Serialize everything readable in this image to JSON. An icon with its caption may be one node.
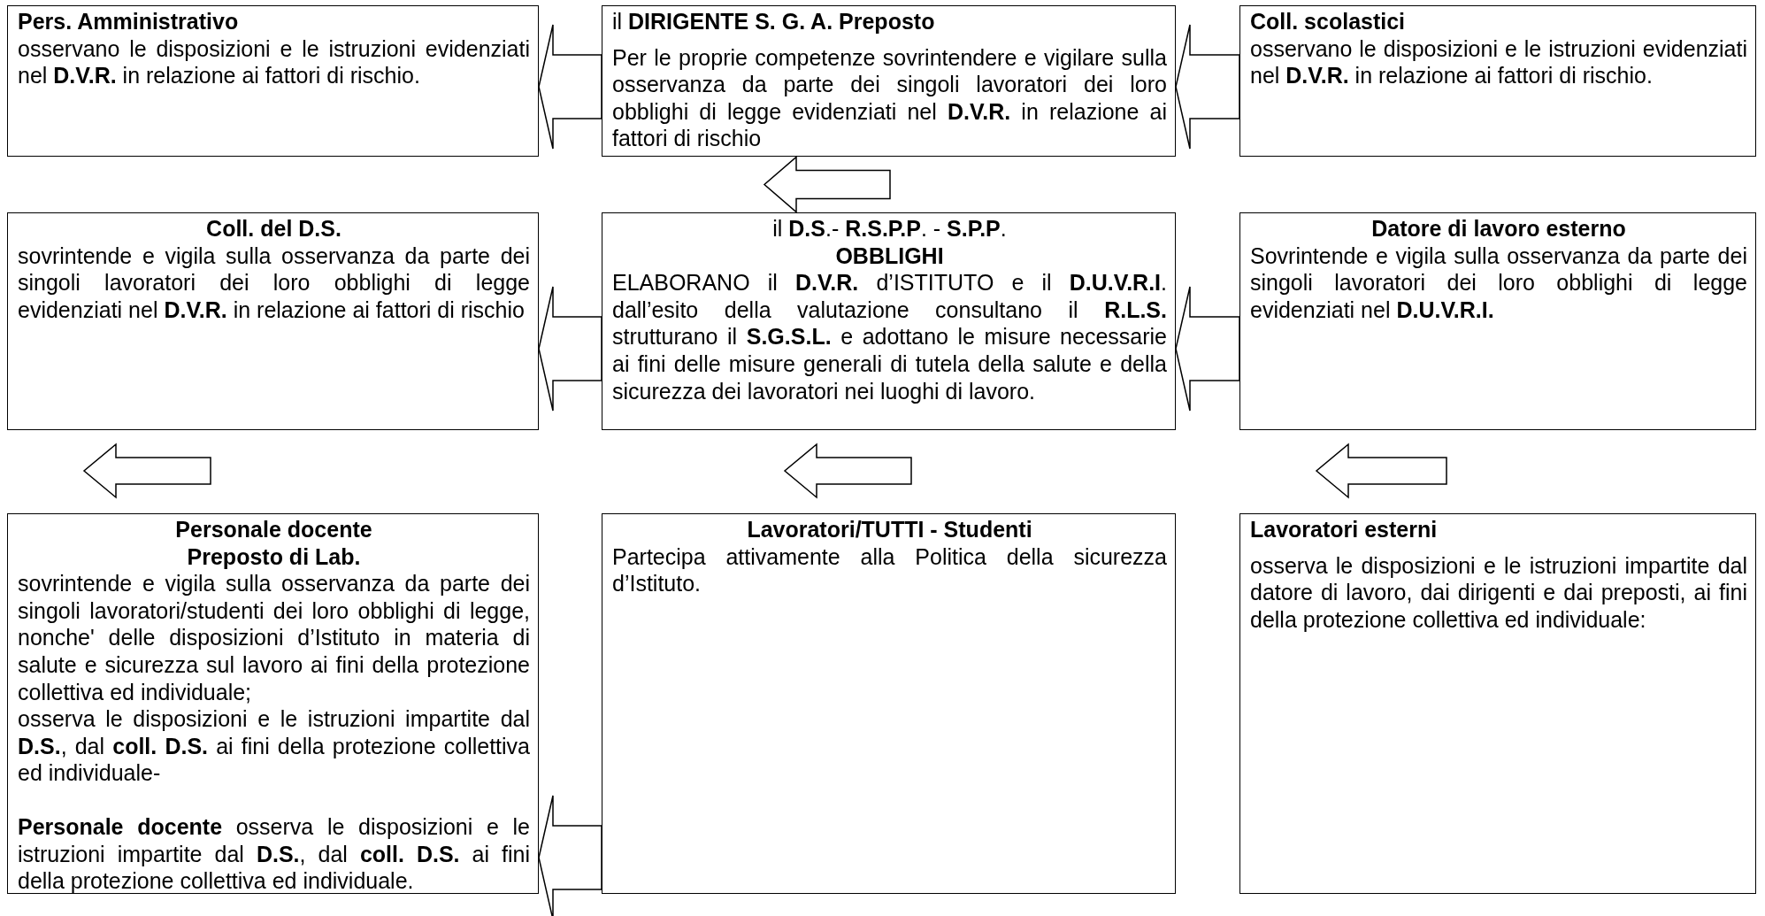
{
  "diagram": {
    "nodes": [
      {
        "text": [
          "Pers. Amministrativo",
          "osservano le disposizioni e le istruzioni evidenziati nel **D.V.R.** in relazione ai fattori di rischio."
        ]
      },
      {
        "text": [
          "il **DIRIGENTE S. G. A. Preposto**",
          "Per le proprie competenze sovrintendere e vigilare sulla osservanza da parte dei singoli lavoratori dei loro obblighi di legge evidenziati nel **D.V.R.** in relazione ai fattori di rischio"
        ]
      },
      {
        "text": [
          "Coll. scolastici",
          "osservano le disposizioni e le istruzioni evidenziati nel **D.V.R.** in relazione ai fattori di rischio."
        ]
      },
      {
        "text": [
          "Coll. del D.S.",
          "sovrintende e vigila sulla osservanza da parte dei singoli lavoratori dei loro obblighi di legge evidenziati nel **D.V.R.** in relazione ai fattori di rischio"
        ]
      },
      {
        "text": [
          "il **D.S**.- **R.S.P.P**. - **S.P.P**.",
          "OBBLIGHI",
          "ELABORANO il **D.V.R.** d’ISTITUTO e il **D.U.V.R.I**. dall’esito della valutazione consultano il **R.L.S.** strutturano il **S.G.S.L.** e adottano le misure necessarie ai fini delle misure generali di tutela della salute e della sicurezza dei lavoratori nei luoghi di lavoro."
        ]
      },
      {
        "text": [
          "Datore di lavoro esterno",
          "Sovrintende e vigila sulla osservanza da parte dei singoli lavoratori dei loro obblighi di legge evidenziati nel **D.U.V.R.I.**"
        ]
      },
      {
        "text": [
          "Personale docente",
          "Preposto di Lab.",
          "sovrintende e vigila sulla osservanza da parte dei singoli lavoratori/studenti dei loro obblighi di legge, nonche' delle disposizioni d’Istituto in materia di salute e sicurezza sul lavoro ai fini della protezione collettiva ed individuale;",
          "osserva le disposizioni e le istruzioni impartite dal **D.S.**, dal **coll. D.S.** ai fini della protezione collettiva ed individuale-",
          "**Personale docente** osserva le disposizioni e le istruzioni impartite dal **D.S.**, dal **coll. D.S.** ai fini della protezione collettiva ed individuale."
        ]
      },
      {
        "text": [
          "Lavoratori/TUTTI - Studenti",
          "Partecipa attivamente alla Politica della sicurezza d’Istituto."
        ]
      },
      {
        "text": [
          "Lavoratori esterni",
          "osserva le disposizioni e le istruzioni impartite dal datore di lavoro, dai dirigenti e dai preposti, ai fini della protezione collettiva ed individuale:"
        ]
      }
    ],
    "edges": [
      {
        "from": 1,
        "to": 0,
        "arrow": "to"
      },
      {
        "from": 2,
        "to": 1,
        "arrow": "to"
      },
      {
        "from": 4,
        "to": 3,
        "arrow": "to"
      },
      {
        "from": 5,
        "to": 4,
        "arrow": "to"
      },
      {
        "from": 7,
        "to": 6,
        "arrow": "to"
      },
      {
        "from": 1,
        "to": 4,
        "arrow": "to"
      },
      {
        "from": 3,
        "to": 6,
        "arrow": "to"
      },
      {
        "from": 4,
        "to": 7,
        "arrow": "to"
      },
      {
        "from": 5,
        "to": 8,
        "arrow": "to"
      }
    ]
  }
}
